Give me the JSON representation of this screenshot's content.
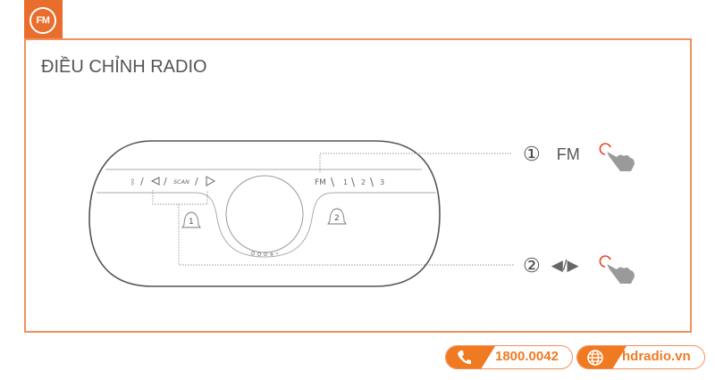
{
  "header": {
    "logo_label": "FM",
    "title": "ĐIỀU CHỈNH RADIO"
  },
  "device": {
    "left_controls": [
      "ᛒ",
      "◁",
      "SCAN",
      "▷"
    ],
    "preset_controls": [
      "FM",
      "1",
      "2",
      "3"
    ],
    "markers": [
      "1",
      "2"
    ]
  },
  "callouts": [
    {
      "number": "①",
      "label": "FM",
      "action": "tap"
    },
    {
      "number": "②",
      "label": "◀/▶",
      "action": "tap"
    }
  ],
  "footer": {
    "phone": "1800.0042",
    "website": "hdradio.vn"
  },
  "colors": {
    "accent": "#e96d2c",
    "border": "#f0915c",
    "tap_ring": "#e8442a"
  }
}
